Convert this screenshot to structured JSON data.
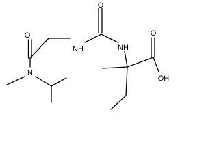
{
  "labels": {
    "o_amide": "O",
    "n_amide": "N",
    "nh_left": "NH",
    "o_urea": "O",
    "nh_right": "NH",
    "o_acid": "O",
    "oh_acid": "OH"
  }
}
